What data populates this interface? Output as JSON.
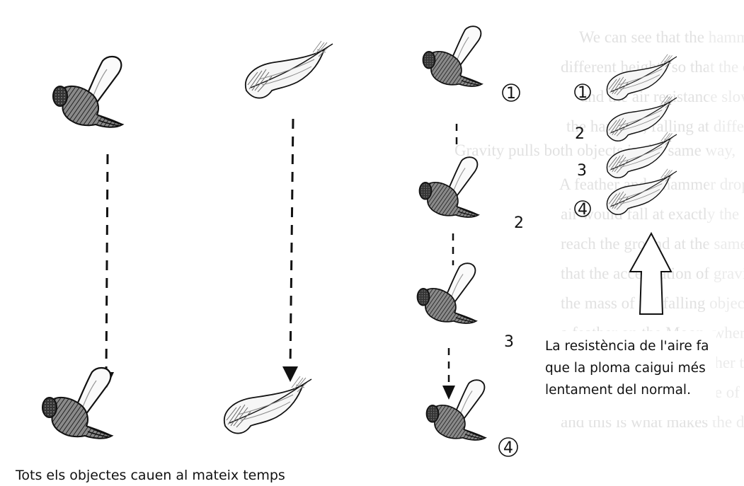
{
  "background_text": [
    "We can see that the hammer and the feather are placed at",
    "different heights so that the distance they travel is the same",
    "and the air resistance slows the feather more than",
    "the hammer, falling at different speeds.",
    "Gravity pulls both objects in the same way,",
    "A feather and a hammer dropped together in the absence of",
    "air would fall at exactly the same rate so that they",
    "reach the ground at the same time, which demonstrates",
    "that the acceleration of gravity does not depend on",
    "the mass of the falling object. We now know that",
    "a feather on the Moon, where there is no air, falls",
    "like a hammer. The feather takes longer to fall here",
    "because of the resistance of the air acting on it",
    "and this is what makes the difference."
  ],
  "labels": {
    "step1": "1",
    "step2": "2",
    "step3": "3",
    "step4": "4"
  },
  "captions": {
    "bottom": "Tots els objectes cauen al mateix temps",
    "right_line1": "La resistència de l'aire fa",
    "right_line2": "que la ploma caigui més",
    "right_line3": "lentament del normal."
  }
}
